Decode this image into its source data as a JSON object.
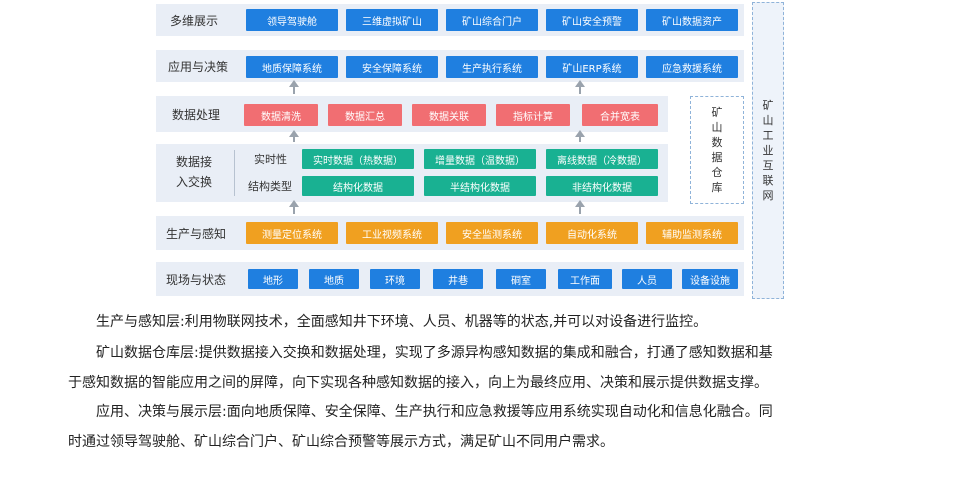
{
  "layers": {
    "display": {
      "label": "多维展示",
      "items": [
        "领导驾驶舱",
        "三维虚拟矿山",
        "矿山综合门户",
        "矿山安全预警",
        "矿山数据资产"
      ]
    },
    "app": {
      "label": "应用与决策",
      "items": [
        "地质保障系统",
        "安全保障系统",
        "生产执行系统",
        "矿山ERP系统",
        "应急救援系统"
      ]
    },
    "processing": {
      "label": "数据处理",
      "items": [
        "数据清洗",
        "数据汇总",
        "数据关联",
        "指标计算",
        "合并宽表"
      ]
    },
    "exchange": {
      "label_line1": "数据接",
      "label_line2": "入交换",
      "realtime_label": "实时性",
      "structure_label": "结构类型",
      "realtime_items": [
        "实时数据（热数据）",
        "增量数据（温数据）",
        "离线数据（冷数据）"
      ],
      "structure_items": [
        "结构化数据",
        "半结构化数据",
        "非结构化数据"
      ]
    },
    "perception": {
      "label": "生产与感知",
      "items": [
        "测量定位系统",
        "工业视频系统",
        "安全监测系统",
        "自动化系统",
        "辅助监测系统"
      ]
    },
    "field": {
      "label": "现场与状态",
      "items": [
        "地形",
        "地质",
        "环境",
        "井巷",
        "硐室",
        "工作面",
        "人员",
        "设备设施"
      ]
    }
  },
  "warehouse_chars": [
    "矿",
    "山",
    "数",
    "据",
    "仓",
    "库"
  ],
  "network_chars": [
    "矿",
    "山",
    "工",
    "业",
    "互",
    "联",
    "网"
  ],
  "paragraphs": [
    "生产与感知层:利用物联网技术，全面感知井下环境、人员、机器等的状态,并可以对设备进行监控。",
    "矿山数据仓库层:提供数据接入交换和数据处理，实现了多源异构感知数据的集成和融合，打通了感知数据和基",
    "于感知数据的智能应用之间的屏障，向下实现各种感知数据的接入，向上为最终应用、决策和展示提供数据支撑。",
    "应用、决策与展示层:面向地质保障、安全保障、生产执行和应急救援等应用系统实现自动化和信息化融合。同",
    "时通过领导驾驶舱、矿山综合门户、矿山综合预警等展示方式，满足矿山不同用户需求。"
  ],
  "colors": {
    "blue": "#1f7fe0",
    "red": "#f16e72",
    "teal": "#19b192",
    "orange": "#f0a020",
    "layer_bg": "#e9eef6"
  }
}
